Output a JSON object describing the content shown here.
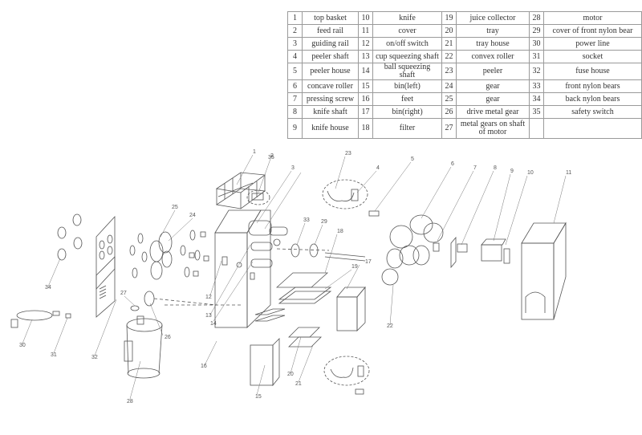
{
  "parts_table": {
    "rows": [
      [
        {
          "num": "1",
          "name": "top basket"
        },
        {
          "num": "10",
          "name": "knife"
        },
        {
          "num": "19",
          "name": "juice collector"
        },
        {
          "num": "28",
          "name": "motor"
        }
      ],
      [
        {
          "num": "2",
          "name": "feed rail"
        },
        {
          "num": "11",
          "name": "cover"
        },
        {
          "num": "20",
          "name": "tray"
        },
        {
          "num": "29",
          "name": "cover of front nylon bear"
        }
      ],
      [
        {
          "num": "3",
          "name": "guiding rail"
        },
        {
          "num": "12",
          "name": "on/off switch"
        },
        {
          "num": "21",
          "name": "tray house"
        },
        {
          "num": "30",
          "name": "power line"
        }
      ],
      [
        {
          "num": "4",
          "name": "peeler shaft"
        },
        {
          "num": "13",
          "name": "cup squeezing shaft"
        },
        {
          "num": "22",
          "name": "convex roller"
        },
        {
          "num": "31",
          "name": "socket"
        }
      ],
      [
        {
          "num": "5",
          "name": "peeler house"
        },
        {
          "num": "14",
          "name": "ball squeezing shaft"
        },
        {
          "num": "23",
          "name": "peeler"
        },
        {
          "num": "32",
          "name": "fuse house"
        }
      ],
      [
        {
          "num": "6",
          "name": "concave roller"
        },
        {
          "num": "15",
          "name": "bin(left)"
        },
        {
          "num": "24",
          "name": "gear"
        },
        {
          "num": "33",
          "name": "front nylon bears"
        }
      ],
      [
        {
          "num": "7",
          "name": "pressing screw"
        },
        {
          "num": "16",
          "name": "feet"
        },
        {
          "num": "25",
          "name": "gear"
        },
        {
          "num": "34",
          "name": "back nylon bears"
        }
      ],
      [
        {
          "num": "8",
          "name": "knife shaft"
        },
        {
          "num": "17",
          "name": "bin(right)"
        },
        {
          "num": "26",
          "name": "drive metal gear"
        },
        {
          "num": "35",
          "name": "safety switch"
        }
      ],
      [
        {
          "num": "9",
          "name": "knife house"
        },
        {
          "num": "18",
          "name": "filter"
        },
        {
          "num": "27",
          "name": "metal gears on shaft of motor"
        },
        {
          "num": "",
          "name": ""
        }
      ]
    ]
  },
  "diagram": {
    "callouts": [
      "1",
      "2",
      "3",
      "4",
      "5",
      "6",
      "7",
      "8",
      "9",
      "10",
      "11",
      "12",
      "13",
      "14",
      "15",
      "16",
      "17",
      "18",
      "19",
      "20",
      "21",
      "22",
      "23",
      "24",
      "25",
      "26",
      "27",
      "28",
      "29",
      "30",
      "31",
      "32",
      "33",
      "34",
      "35"
    ]
  }
}
